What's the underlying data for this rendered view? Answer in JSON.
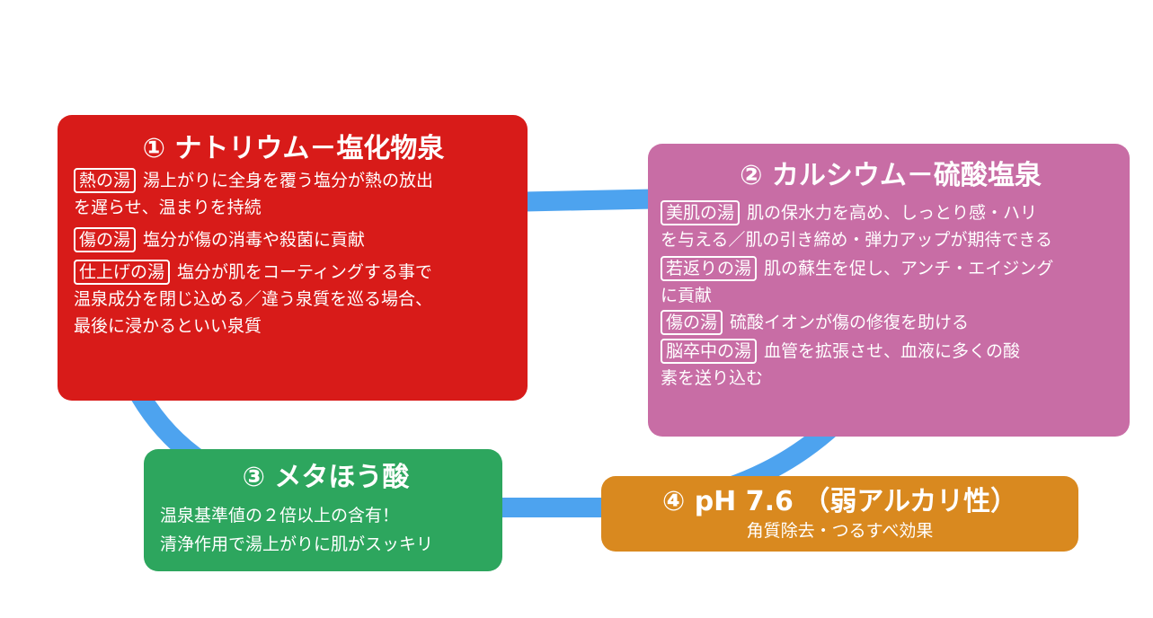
{
  "boxes": [
    {
      "title": "① ナトリウム－塩化物泉",
      "color": "#d81b19",
      "items": [
        {
          "tag": "熱の湯",
          "lines": [
            "湯上がりに全身を覆う塩分が熱の放出",
            "を遅らせ、温まりを持続"
          ]
        },
        {
          "tag": "傷の湯",
          "lines": [
            "塩分が傷の消毒や殺菌に貢献"
          ]
        },
        {
          "tag": "仕上げの湯",
          "lines": [
            "塩分が肌をコーティングする事で",
            "温泉成分を閉じ込める／違う泉質を巡る場合、",
            "最後に浸かるといい泉質"
          ]
        }
      ]
    },
    {
      "title": "② カルシウム－硫酸塩泉",
      "color": "#c86da5",
      "items": [
        {
          "tag": "美肌の湯",
          "lines": [
            "肌の保水力を高め、しっとり感・ハリ",
            "を与える／肌の引き締め・弾力アップが期待できる"
          ]
        },
        {
          "tag": "若返りの湯",
          "lines": [
            "肌の蘇生を促し、アンチ・エイジング",
            "に貢献"
          ]
        },
        {
          "tag": "傷の湯",
          "lines": [
            "硫酸イオンが傷の修復を助ける"
          ]
        },
        {
          "tag": "脳卒中の湯",
          "lines": [
            "血管を拡張させ、血液に多くの酸",
            "素を送り込む"
          ]
        }
      ]
    },
    {
      "title": "③ メタほう酸",
      "color": "#2da65e",
      "lines": [
        "温泉基準値の２倍以上の含有！",
        "清浄作用で湯上がりに肌がスッキリ"
      ]
    },
    {
      "title": "④ pH 7.6 （弱アルカリ性）",
      "color": "#d9891f",
      "subtitle": "角質除去・つるすべ効果"
    }
  ],
  "connector_color": "#4da3ef"
}
